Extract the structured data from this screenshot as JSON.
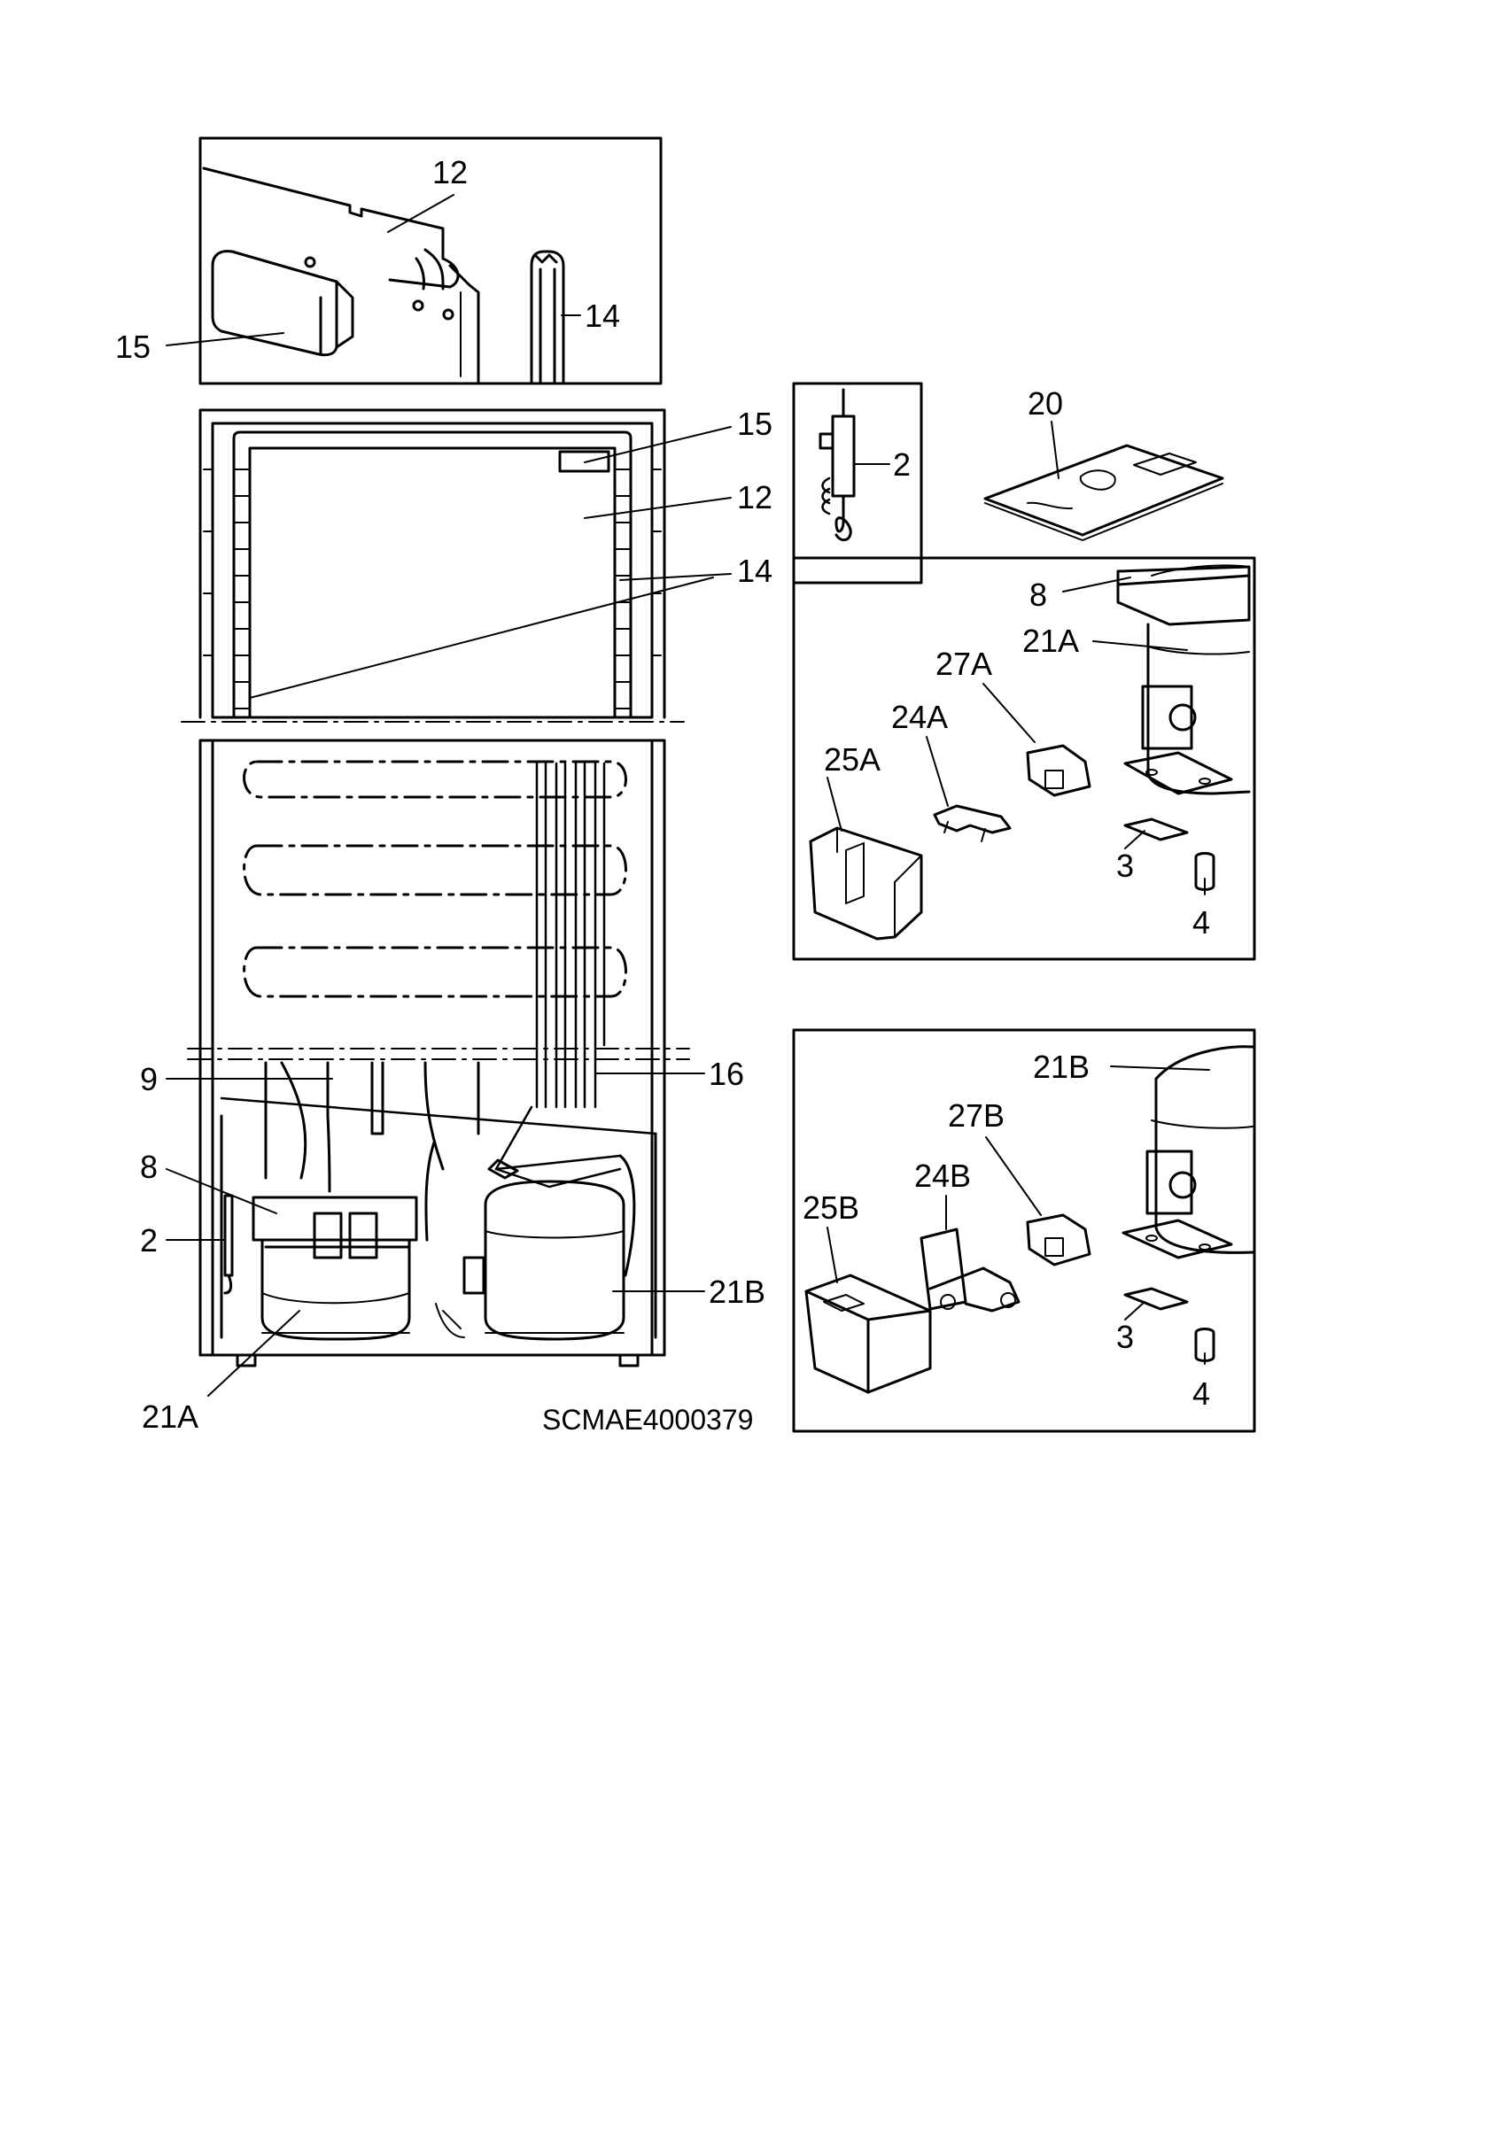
{
  "callouts": {
    "top_inset": {
      "p12": "12",
      "p14": "14",
      "p15": "15"
    },
    "cabinet": {
      "p15": "15",
      "p12": "12",
      "p14": "14",
      "p9": "9",
      "p16": "16",
      "p8": "8",
      "p2": "2",
      "p21b": "21B",
      "p21a": "21A"
    },
    "sensor_inset": {
      "p2": "2"
    },
    "manual": {
      "p20": "20"
    },
    "kit_a": {
      "p8": "8",
      "p21a": "21A",
      "p27a": "27A",
      "p24a": "24A",
      "p25a": "25A",
      "p3": "3",
      "p4": "4"
    },
    "kit_b": {
      "p21b": "21B",
      "p27b": "27B",
      "p24b": "24B",
      "p25b": "25B",
      "p3": "3",
      "p4": "4"
    }
  },
  "drawing_code": "SCMAE4000379"
}
